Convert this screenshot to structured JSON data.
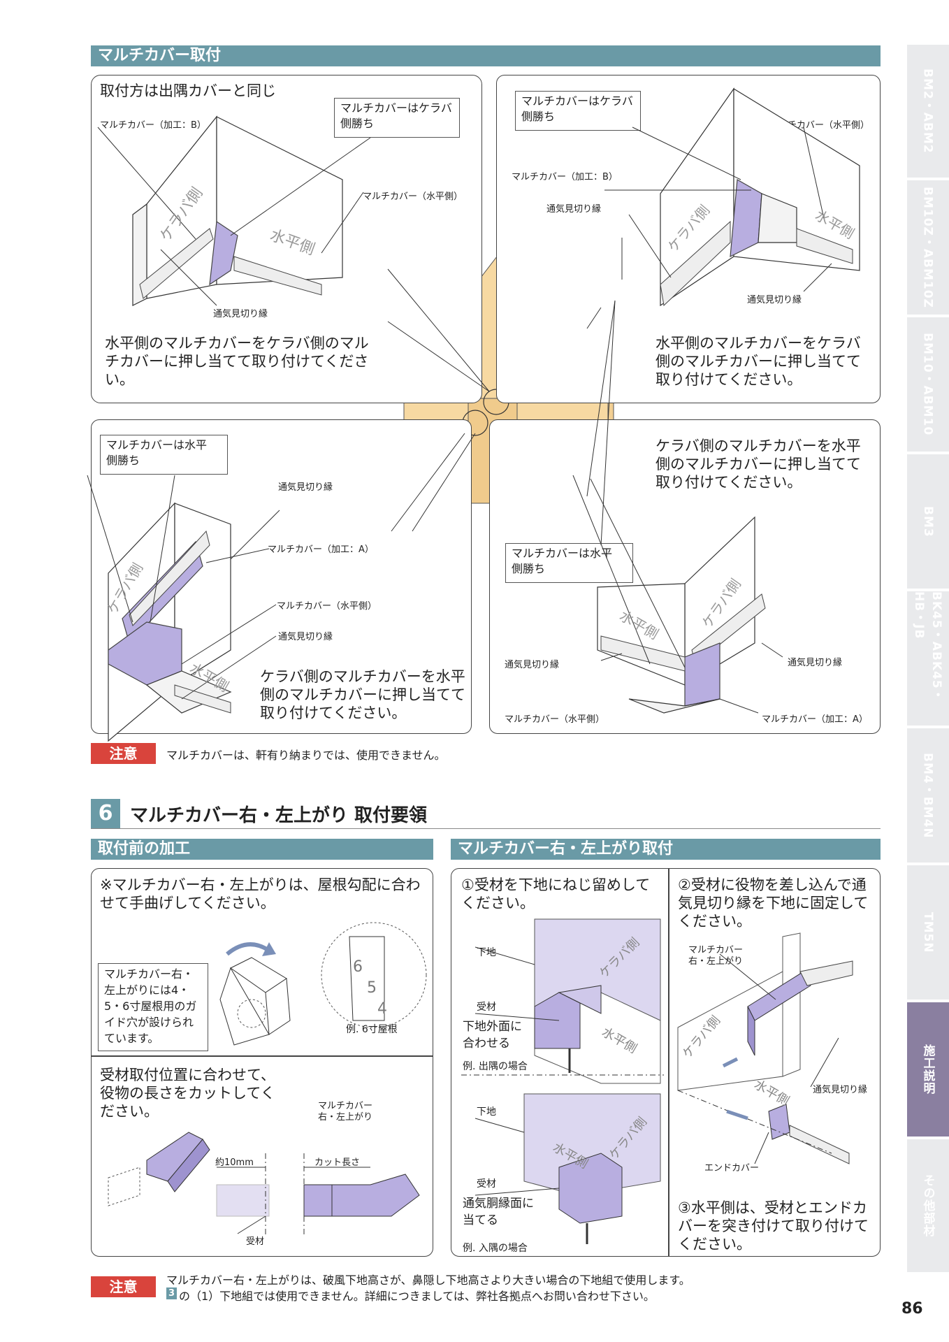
{
  "section_a": {
    "title": "マルチカバー取付",
    "panel_tl": {
      "note": "取付方は出隅カバーと同じ",
      "callout": "マルチカバーはケラバ\n側勝ち",
      "label_b": "マルチカバー（加工：B）",
      "label_h": "マルチカバー（水平側）",
      "label_vent": "通気見切り縁",
      "text": "水平側のマルチカバーをケラバ側のマルチカバーに押し当てて取り付けてください。",
      "wall_keraba": "ケラバ側",
      "wall_suihei": "水平側"
    },
    "panel_tr": {
      "callout": "マルチカバーはケラバ\n側勝ち",
      "label_b": "マルチカバー（加工：B）",
      "label_h": "マルチカバー（水平側）",
      "label_vent1": "通気見切り縁",
      "label_vent2": "通気見切り縁",
      "text": "水平側のマルチカバーをケラバ側のマルチカバーに押し当てて取り付けてください。",
      "wall_keraba": "ケラバ側",
      "wall_suihei": "水平側"
    },
    "panel_bl": {
      "callout": "マルチカバーは水平\n側勝ち",
      "label_vent1": "通気見切り縁",
      "label_a": "マルチカバー（加工：A）",
      "label_h": "マルチカバー（水平側）",
      "label_vent2": "通気見切り縁",
      "text": "ケラバ側のマルチカバーを水平側のマルチカバーに押し当てて取り付けてください。",
      "wall_keraba": "ケラバ側",
      "wall_suihei": "水平側"
    },
    "panel_br": {
      "text": "ケラバ側のマルチカバーを水平側のマルチカバーに押し当てて取り付けてください。",
      "callout": "マルチカバーは水平\n側勝ち",
      "label_vent1": "通気見切り縁",
      "label_vent2": "通気見切り縁",
      "label_h": "マルチカバー（水平側）",
      "label_a": "マルチカバー（加工：A）",
      "wall_keraba": "ケラバ側",
      "wall_suihei": "水平側"
    },
    "notice": {
      "tag": "注意",
      "text": "マルチカバーは、軒有り納まりでは、使用できません。"
    }
  },
  "section6": {
    "number": "6",
    "title": "マルチカバー右・左上がり 取付要領",
    "left": {
      "bar": "取付前の加工",
      "note": "※マルチカバー右・左上がりは、屋根勾配に合わせて手曲げしてください。",
      "callout": "マルチカバー右・左上がりには4・5・6寸屋根用のガイド穴が設けられています。",
      "example": "例. 6寸屋根",
      "nums": [
        "6",
        "5",
        "4"
      ],
      "text2": "受材取付位置に合わせて、役物の長さをカットしてください。",
      "label_cover": "マルチカバー\n右・左上がり",
      "label_10mm": "約10mm",
      "label_cut": "カット長さ",
      "label_uke": "受材"
    },
    "right": {
      "bar": "マルチカバー右・左上がり取付",
      "step1": "①受材を下地にねじ留めしてください。",
      "step2": "②受材に役物を差し込んで通気見切り縁を下地に固定してください。",
      "step3": "③水平側は、受材とエンドカバーを突き付けて取り付けてください。",
      "label_shitaji1": "下地",
      "label_uke1": "受材",
      "label_align1": "下地外面に\n合わせる",
      "example1": "例. 出隅の場合",
      "label_shitaji2": "下地",
      "label_uke2": "受材",
      "label_align2": "通気胴縁面に\n当てる",
      "example2": "例. 入隅の場合",
      "label_cover": "マルチカバー\n右・左上がり",
      "label_vent": "通気見切り縁",
      "label_end": "エンドカバー",
      "wall_keraba": "ケラバ側",
      "wall_suihei": "水平側"
    },
    "notice": {
      "tag": "注意",
      "line1": "マルチカバー右・左上がりは、破風下地高さが、鼻隠し下地高さより大きい場合の下地組で使用します。",
      "ref": "3",
      "line2": "の（1）下地組では使用できません。詳細につきましては、弊社各拠点へお問い合わせ下さい。"
    }
  },
  "side_tabs": [
    "BM2・ABM2",
    "BM10Z・ABM10Z",
    "BM10・ABM10",
    "BM3",
    "BK45・ABK45・HB・JB",
    "BM4・BM4N",
    "TM5N",
    "施工説明",
    "その他部材"
  ],
  "page_number": "86",
  "colors": {
    "section_bar": "#6a9aa6",
    "cover": "#b8aee0",
    "building": "#f7d9a2",
    "notice": "#d9443c",
    "tab_active": "#8a7fa0"
  }
}
